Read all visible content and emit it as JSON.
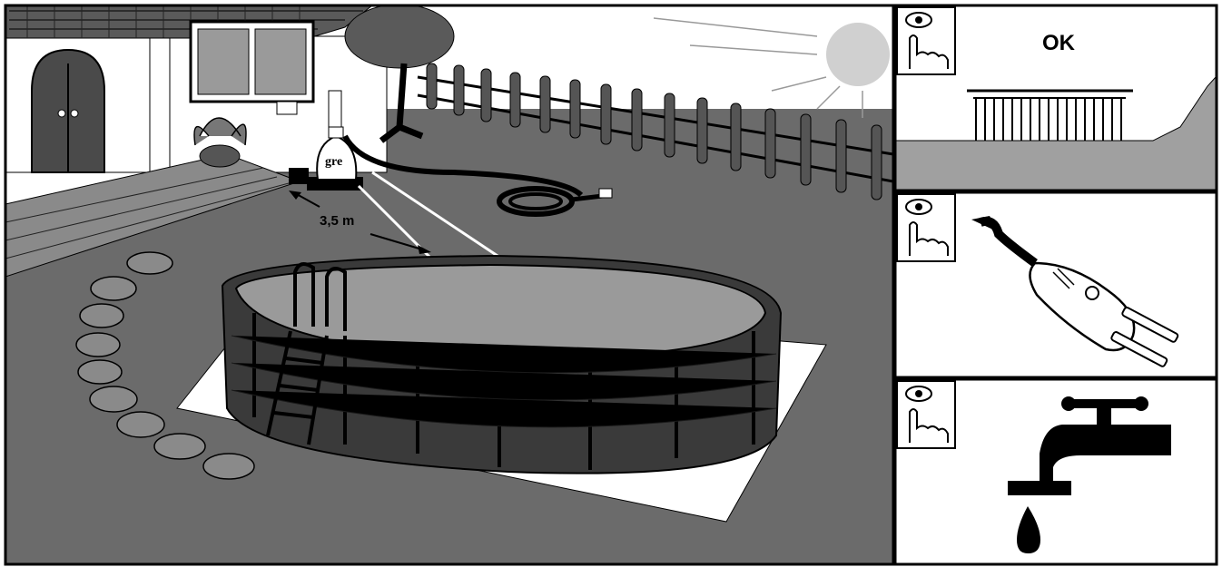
{
  "main_scene": {
    "distance_label": "3,5 m",
    "filter_brand": "gre"
  },
  "side_panels": [
    {
      "icon": "eye-hand-icon",
      "caption": "OK",
      "subject": "level-ground-with-fence"
    },
    {
      "icon": "eye-hand-icon",
      "caption": "",
      "subject": "electric-plug"
    },
    {
      "icon": "eye-hand-icon",
      "caption": "",
      "subject": "water-tap"
    }
  ],
  "colors": {
    "ground": "#6b6b6b",
    "paving": "#8a8a8a",
    "pool_wall": "#3a3a3a",
    "sheet": "#ffffff",
    "outline": "#000000"
  }
}
